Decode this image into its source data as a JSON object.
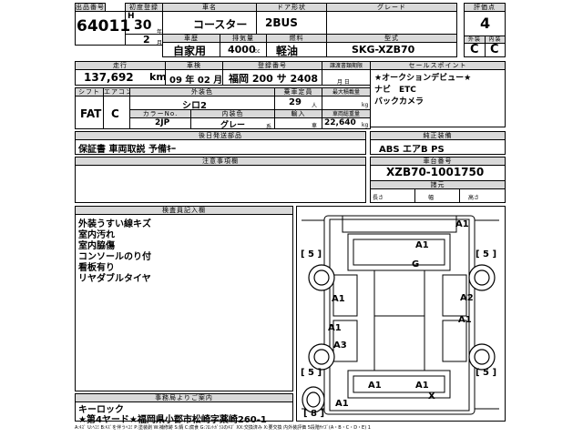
{
  "header": {
    "lot_label": "出品番号",
    "lot_no": "64011",
    "reg_label": "初度登録",
    "era": "H",
    "year": "30",
    "year_unit": "年",
    "month": "2",
    "month_unit": "月",
    "name_label": "車名",
    "car_name": "コースター",
    "door_label": "ドア形状",
    "door": "2BUS",
    "grade_label": "グレード",
    "score_label": "評価点",
    "score": "4",
    "ext_label": "外装",
    "ext": "C",
    "int_label": "内装",
    "int": "C",
    "usage_label": "車歴",
    "usage": "自家用",
    "disp_label": "排気量",
    "disp": "4000",
    "disp_unit": "cc",
    "fuel_label": "燃料",
    "fuel": "軽油",
    "model_label": "型式",
    "model": "SKG-XZB70"
  },
  "row2": {
    "mileage_label": "走行",
    "mileage": "137,692",
    "mileage_unit": "km",
    "inspect_label": "車検",
    "inspect": "09 年 02 月",
    "plate_label": "登録番号",
    "plate": "福岡 200 サ 2408",
    "transfer_label": "譲渡書類期限",
    "transfer": "月    日",
    "selling_label": "セールスポイント",
    "selling": [
      "★オークションデビュー★",
      "ナビ　ETC",
      "バックカメラ"
    ]
  },
  "row3": {
    "shift_label": "シフト",
    "shift": "FAT",
    "ac_label": "エアコン",
    "ac": "C",
    "color_label": "外装色",
    "color": "シロ2",
    "capacity_label": "乗車定員",
    "capacity": "29",
    "capacity_unit": "人",
    "load_label": "最大積載量",
    "load_unit": "kg",
    "code_label": "カラーNo.",
    "code": "2JP",
    "intcolor_label": "内装色",
    "intcolor": "グレー",
    "intcolor_note": "系",
    "import_label": "輸入",
    "import": "車",
    "weight_label": "車両総重量",
    "weight": "22,640",
    "weight_unit": "kg"
  },
  "parts": {
    "label": "後日発送部品",
    "value": "保証書 車両取説 予備ｷｰ",
    "std_label": "純正装備",
    "std_value": "ABS エアB PS"
  },
  "notes": {
    "label": "注意事項欄"
  },
  "chassis": {
    "label": "車台番号",
    "value": "XZB70-1001750",
    "size_label": "諸元",
    "length": "長さ",
    "width": "幅",
    "height": "高さ"
  },
  "inspection": {
    "label": "検査員記入欄",
    "lines": [
      "外装うすい線キズ",
      "室内汚れ",
      "室内脇傷",
      "コンソールのり付",
      "看板有り",
      "リヤダブルタイヤ"
    ]
  },
  "office": {
    "label": "事務局よりご案内",
    "lines": [
      "キーロック",
      "★第4ヤード★福岡県小郡市松崎字薬崎260-1"
    ]
  },
  "diagram": {
    "marks": [
      "A1",
      "A1",
      "G",
      "A1",
      "A2",
      "A1",
      "A1",
      "A1",
      "A3",
      "A1",
      "X",
      "A1"
    ],
    "tires": [
      "[ 5 ]",
      "[ 5 ]",
      "[ 5 ]",
      "[ 5 ]",
      "[ 8 ]"
    ]
  },
  "legend": "A:ｷｽﾞ  U:ﾍｺﾐ  B:ｷｽﾞを伴うﾍｺﾐ  P:塗装剥  W:補修跡  S:錆  C:腐食  G:ﾌﾛﾝﾄｶﾞﾗｽのｷｽﾞ  XX:交換済み  X:要交換  内外装評価  5段階ｻｲｽﾞ(A・B・C・D・E) 1"
}
